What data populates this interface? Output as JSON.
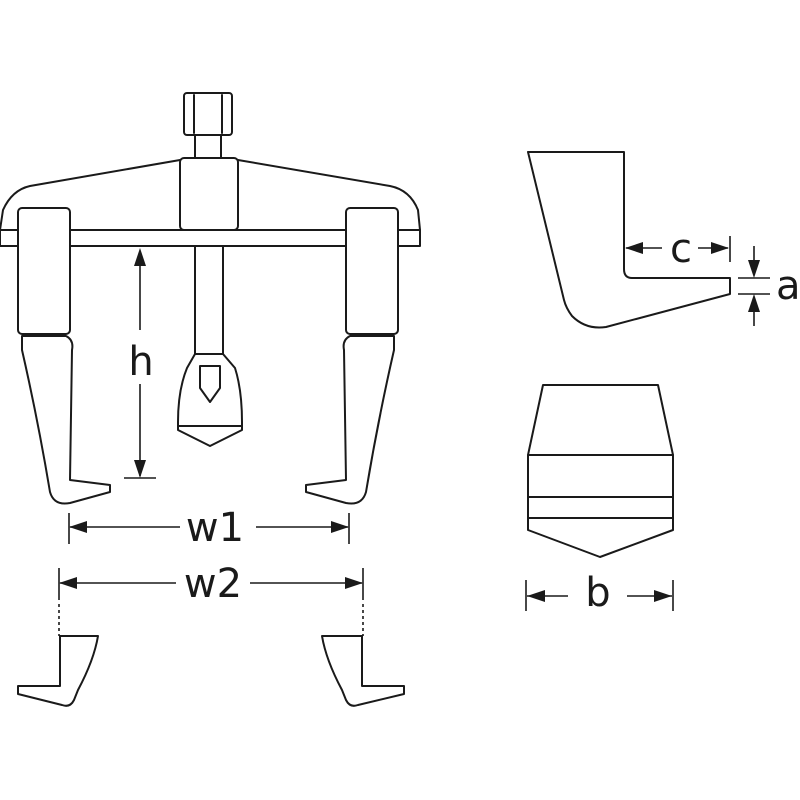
{
  "labels": {
    "h": "h",
    "w1": "w1",
    "w2": "w2",
    "c": "c",
    "a": "a",
    "b": "b"
  },
  "colors": {
    "line": "#1a1a1a",
    "background": "#ffffff"
  }
}
